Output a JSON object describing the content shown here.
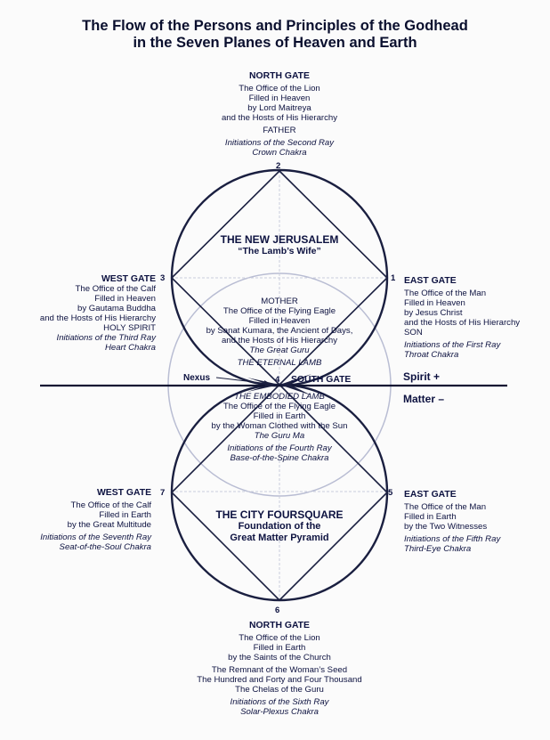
{
  "title": {
    "line1": "The Flow of the Persons and Principles of the Godhead",
    "line2": "in the Seven Planes of Heaven and Earth"
  },
  "north_gate_top": {
    "heading": "NORTH GATE",
    "lines": [
      "The Office of the Lion",
      "Filled in Heaven",
      "by Lord Maitreya",
      "and the Hosts of His Hierarchy"
    ],
    "person": "FATHER",
    "initiation": "Initiations of the Second Ray",
    "chakra": "Crown Chakra"
  },
  "west_gate_top": {
    "heading": "WEST GATE",
    "lines": [
      "The Office of the Calf",
      "Filled in Heaven",
      "by Gautama Buddha",
      "and the Hosts of His Hierarchy"
    ],
    "person": "HOLY SPIRIT",
    "initiation": "Initiations of the Third Ray",
    "chakra": "Heart Chakra"
  },
  "east_gate_top": {
    "heading": "EAST GATE",
    "lines": [
      "The Office of the Man",
      "Filled in Heaven",
      "by Jesus Christ",
      "and the Hosts of His Hierarchy"
    ],
    "person": "SON",
    "initiation": "Initiations of the First Ray",
    "chakra": "Throat Chakra"
  },
  "new_jerusalem": {
    "title": "THE NEW JERUSALEM",
    "subtitle": "“The Lamb’s Wife”"
  },
  "mother": {
    "heading": "MOTHER",
    "lines": [
      "The Office of the Flying Eagle",
      "Filled in Heaven",
      "by Sanat Kumara, the Ancient of Days,",
      "and the Hosts of His Hierarchy"
    ],
    "guru": "The Great Guru",
    "lamb": "THE ETERNAL LAMB"
  },
  "center": {
    "nexus": "Nexus",
    "south_gate": "SOUTH GATE",
    "spirit": "Spirit  +",
    "matter": "Matter –"
  },
  "embodied": {
    "lamb": "THE EMBODIED LAMB",
    "lines": [
      "The Office of the Flying Eagle",
      "Filled in Earth",
      "by the Woman Clothed with the Sun"
    ],
    "guru": "The Guru Ma",
    "initiation": "Initiations of the Fourth Ray",
    "chakra": "Base-of-the-Spine Chakra"
  },
  "west_gate_bottom": {
    "heading": "WEST GATE",
    "lines": [
      "The Office of the Calf",
      "Filled in Earth",
      "by the Great Multitude"
    ],
    "initiation": "Initiations of the Seventh Ray",
    "chakra": "Seat-of-the-Soul Chakra"
  },
  "east_gate_bottom": {
    "heading": "EAST GATE",
    "lines": [
      "The Office of the Man",
      "Filled in Earth",
      "by the Two Witnesses"
    ],
    "initiation": "Initiations of the Fifth Ray",
    "chakra": "Third-Eye Chakra"
  },
  "city_foursquare": {
    "line1": "THE CITY FOURSQUARE",
    "line2": "Foundation of the",
    "line3": "Great Matter Pyramid"
  },
  "north_gate_bottom": {
    "heading": "NORTH GATE",
    "lines": [
      "The Office of the Lion",
      "Filled in Earth",
      "by the Saints of the Church"
    ],
    "lines2": [
      "The Remnant of the Woman’s Seed",
      "The Hundred and Forty and Four Thousand",
      "The Chelas of the Guru"
    ],
    "initiation": "Initiations of the Sixth Ray",
    "chakra": "Solar-Plexus Chakra"
  },
  "numbers": {
    "n1": "1",
    "n2": "2",
    "n3": "3",
    "n4": "4",
    "n5": "5",
    "n6": "6",
    "n7": "7"
  },
  "colors": {
    "ink": "#0d1240",
    "faint": "#b9bdd3",
    "background": "#fbfbfb"
  }
}
